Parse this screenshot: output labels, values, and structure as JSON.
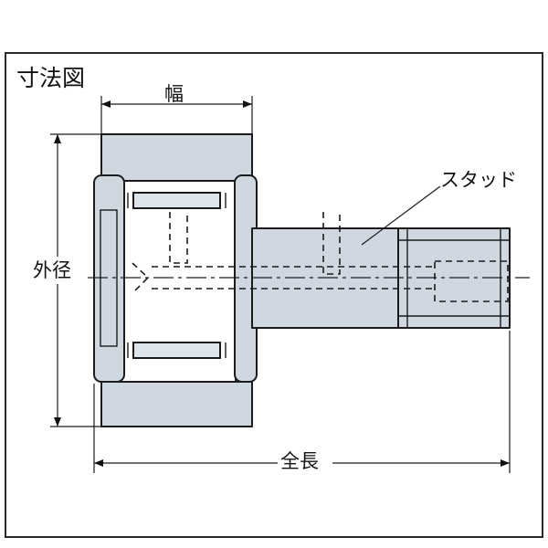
{
  "title": "寸法図",
  "labels": {
    "width": "幅",
    "outer_diameter": "外径",
    "stud": "スタッド",
    "total_length": "全長"
  }
}
